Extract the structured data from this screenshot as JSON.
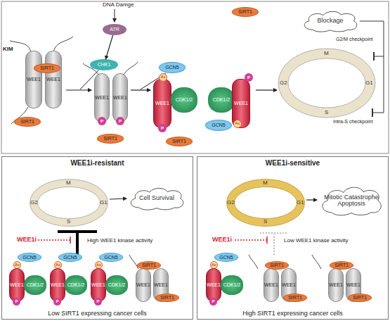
{
  "diagram": {
    "nodes": [
      {
        "text": [
          "ATR"
        ]
      },
      {
        "text": [
          "CHK1"
        ]
      },
      {
        "text": [
          "WEE1"
        ]
      },
      {
        "text": [
          "WEE1"
        ]
      },
      {
        "text": [
          "SIRT1"
        ]
      },
      {
        "text": [
          "SIRT1"
        ]
      },
      {
        "text": [
          "WEE1"
        ]
      },
      {
        "text": [
          "WEE1"
        ]
      },
      {
        "text": [
          "P"
        ]
      },
      {
        "text": [
          "P"
        ]
      },
      {
        "text": [
          "SIRT1"
        ]
      },
      {
        "text": [
          "GCN5"
        ]
      },
      {
        "text": [
          "WEE1"
        ]
      },
      {
        "text": [
          "CDK1/2"
        ]
      },
      {
        "text": [
          "Ac"
        ]
      },
      {
        "text": [
          "P"
        ]
      },
      {
        "text": [
          "SIRT1"
        ]
      },
      {
        "text": [
          "SIRT1"
        ]
      },
      {
        "text": [
          "CDK1/2"
        ]
      },
      {
        "text": [
          "WEE1"
        ]
      },
      {
        "text": [
          "GCN5"
        ]
      },
      {
        "text": [
          "Ac"
        ]
      },
      {
        "text": [
          "P"
        ]
      },
      {
        "text": [
          "Blockage"
        ]
      },
      {
        "text": [
          "WEE1i-resistant",
          "Low SIRT1 expressing cancer cells"
        ]
      },
      {
        "text": [
          "Cell Survival"
        ],
        "in": 24
      },
      {
        "text": [
          "GCN5"
        ],
        "in": 24
      },
      {
        "text": [
          "Ac"
        ],
        "in": 24
      },
      {
        "text": [
          "WEE1"
        ],
        "in": 24
      },
      {
        "text": [
          "CDK1/2"
        ],
        "in": 24
      },
      {
        "text": [
          "P"
        ],
        "in": 24
      },
      {
        "text": [
          "GCN5"
        ],
        "in": 24
      },
      {
        "text": [
          "Ac"
        ],
        "in": 24
      },
      {
        "text": [
          "WEE1"
        ],
        "in": 24
      },
      {
        "text": [
          "CDK1/2"
        ],
        "in": 24
      },
      {
        "text": [
          "P"
        ],
        "in": 24
      },
      {
        "text": [
          "GCN5"
        ],
        "in": 24
      },
      {
        "text": [
          "Ac"
        ],
        "in": 24
      },
      {
        "text": [
          "WEE1"
        ],
        "in": 24
      },
      {
        "text": [
          "CDK1/2"
        ],
        "in": 24
      },
      {
        "text": [
          "P"
        ],
        "in": 24
      },
      {
        "text": [
          "WEE1"
        ],
        "in": 24
      },
      {
        "text": [
          "WEE1"
        ],
        "in": 24
      },
      {
        "text": [
          "SIRT1"
        ],
        "in": 24
      },
      {
        "text": [
          "SIRT1"
        ],
        "in": 24
      },
      {
        "text": [
          "WEE1i-sensitive",
          "High SIRT1 expressing cancer cells"
        ]
      },
      {
        "text": [
          "Mitotic Catastrophe Apoptosis"
        ],
        "in": 45
      },
      {
        "text": [
          "GCN5"
        ],
        "in": 45
      },
      {
        "text": [
          "Ac"
        ],
        "in": 45
      },
      {
        "text": [
          "WEE1"
        ],
        "in": 45
      },
      {
        "text": [
          "CDK1/2"
        ],
        "in": 45
      },
      {
        "text": [
          "P"
        ],
        "in": 45
      },
      {
        "text": [
          "WEE1"
        ],
        "in": 45
      },
      {
        "text": [
          "WEE1"
        ],
        "in": 45
      },
      {
        "text": [
          "SIRT1"
        ],
        "in": 45
      },
      {
        "text": [
          "SIRT1"
        ],
        "in": 45
      },
      {
        "text": [
          "WEE1"
        ],
        "in": 45
      },
      {
        "text": [
          "WEE1"
        ],
        "in": 45
      },
      {
        "text": [
          "SIRT1"
        ],
        "in": 45
      },
      {
        "text": [
          "SIRT1"
        ],
        "in": 45
      }
    ],
    "edges": [
      {
        "from": 0,
        "to": 1,
        "arrow": "to"
      }
    ],
    "labels": [
      "DNA Damge",
      "KIM",
      "M",
      "G2",
      "G1",
      "S",
      "G2/M checkpoint",
      "Intra-S checkpoint",
      "M",
      "G2",
      "G1",
      "S",
      "WEE1i",
      "High WEE1 kinase activity",
      "M",
      "G2",
      "G1",
      "S",
      "WEE1i",
      "Low WEE1 kinase activity"
    ]
  }
}
